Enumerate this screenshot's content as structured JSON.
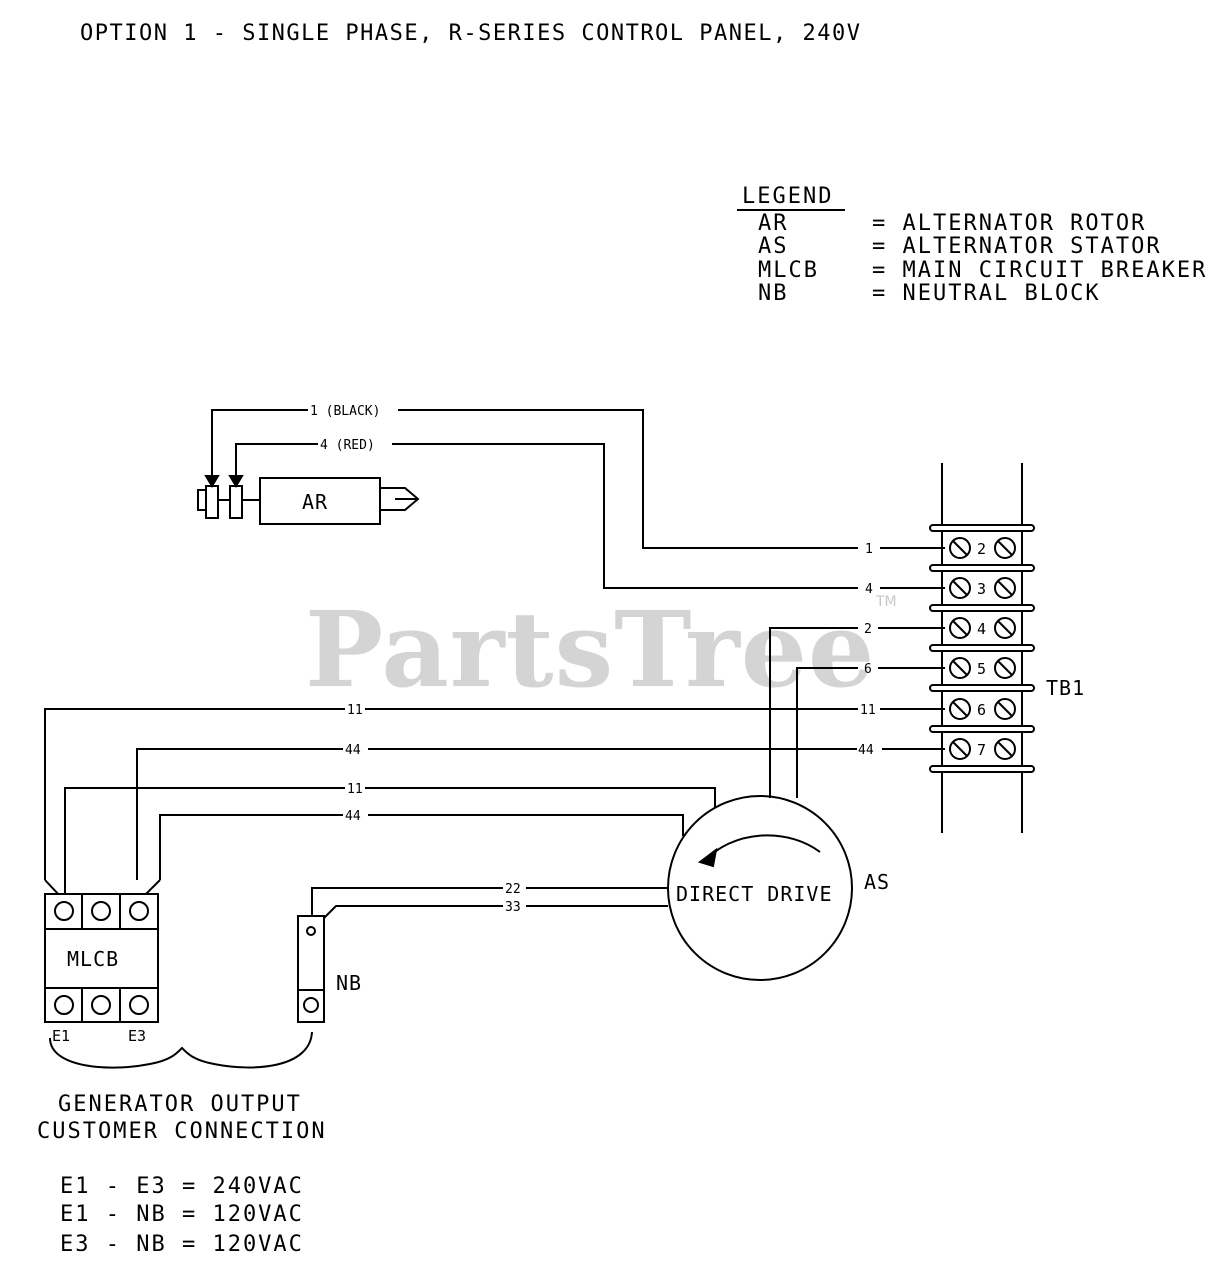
{
  "title": "OPTION 1 - SINGLE PHASE, R-SERIES CONTROL PANEL, 240V",
  "watermark": "PartsTree",
  "watermark_tm": "TM",
  "legend": {
    "heading": "LEGEND",
    "items": [
      {
        "abbr": "AR",
        "desc": "= ALTERNATOR ROTOR"
      },
      {
        "abbr": "AS",
        "desc": "= ALTERNATOR STATOR"
      },
      {
        "abbr": "MLCB",
        "desc": "= MAIN CIRCUIT BREAKER"
      },
      {
        "abbr": "NB",
        "desc": "= NEUTRAL BLOCK"
      }
    ]
  },
  "components": {
    "rotor": "AR",
    "stator_label": "AS",
    "stator_text": "DIRECT DRIVE",
    "breaker": "MLCB",
    "neutral_block": "NB",
    "terminal_block": "TB1",
    "breaker_e1": "E1",
    "breaker_e3": "E3"
  },
  "wires": {
    "w1_top": "1 (BLACK)",
    "w4_top": "4 (RED)",
    "w1": "1",
    "w4": "4",
    "w2": "2",
    "w6": "6",
    "w11a": "11",
    "w11b": "11",
    "w44a": "44",
    "w44b": "44",
    "w11c": "11",
    "w44c": "44",
    "w22": "22",
    "w33": "33"
  },
  "terminals": [
    "2",
    "3",
    "4",
    "5",
    "6",
    "7"
  ],
  "footer": {
    "caption_line1": "GENERATOR OUTPUT",
    "caption_line2": "CUSTOMER CONNECTION",
    "eq1": "E1 - E3 = 240VAC",
    "eq2": "E1 - NB = 120VAC",
    "eq3": "E3 - NB = 120VAC"
  }
}
